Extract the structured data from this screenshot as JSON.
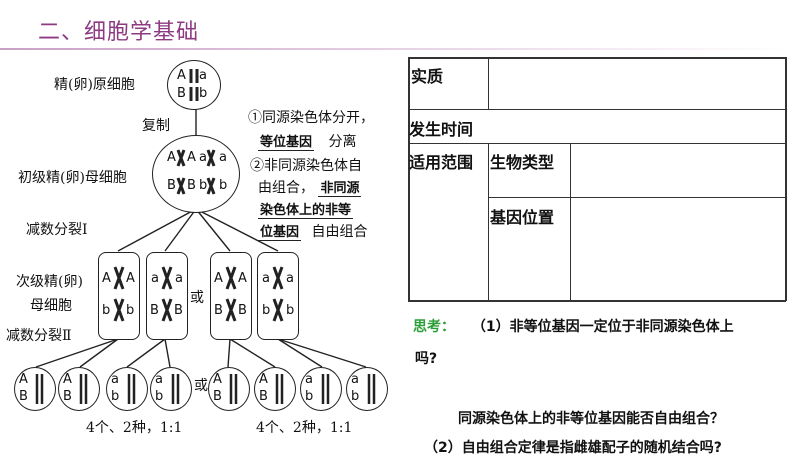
{
  "header": {
    "title": "二、细胞学基础"
  },
  "diagram": {
    "primary_cell_label": "精(卵)原细胞",
    "replication_label": "复制",
    "primary_oocyte_label": "初级精(卵)母细胞",
    "meiosis1_label": "减数分裂Ⅰ",
    "secondary_label_line1": "次级精(卵)",
    "secondary_label_line2": "母细胞",
    "meiosis2_label": "减数分裂Ⅱ",
    "or_label": "或",
    "result_left": "4个、2种，1:1",
    "result_right": "4个、2种，1:1",
    "annotation": {
      "line1_prefix": "①同源染色体分开，",
      "blank1": "等位基因",
      "line2_suffix": "分离",
      "line3": "②非同源染色体自",
      "line4_prefix": "由组合，",
      "blank2": "非同源",
      "blank3": "染色体上的非等",
      "blank4": "位基因",
      "line6_suffix": "自由组合"
    },
    "genes": {
      "top_cell": [
        "A",
        "a",
        "B",
        "b"
      ],
      "primary": [
        "A",
        "A",
        "a",
        "a",
        "B",
        "B",
        "b",
        "b"
      ],
      "secondary": [
        [
          "A",
          "A",
          "b",
          "b"
        ],
        [
          "a",
          "a",
          "B",
          "B"
        ],
        [
          "A",
          "A",
          "B",
          "B"
        ],
        [
          "a",
          "a",
          "b",
          "b"
        ]
      ],
      "gametes": [
        "A",
        "B",
        "A",
        "B",
        "a",
        "b",
        "a",
        "b",
        "A",
        "B",
        "A",
        "B",
        "a",
        "b",
        "a",
        "b"
      ]
    }
  },
  "table": {
    "row1": "实质",
    "row2": "发生时间",
    "row3": "适用范围",
    "sub1": "生物类型",
    "sub2": "基因位置"
  },
  "think": {
    "label": "思考：",
    "q1": "（1）非等位基因一定位于非同源染色体上",
    "q1_end": "吗?",
    "q2": "同源染色体上的非等位基因能否自由组合？",
    "q3": "（2）自由组合定律是指雌雄配子的随机结合吗?"
  }
}
